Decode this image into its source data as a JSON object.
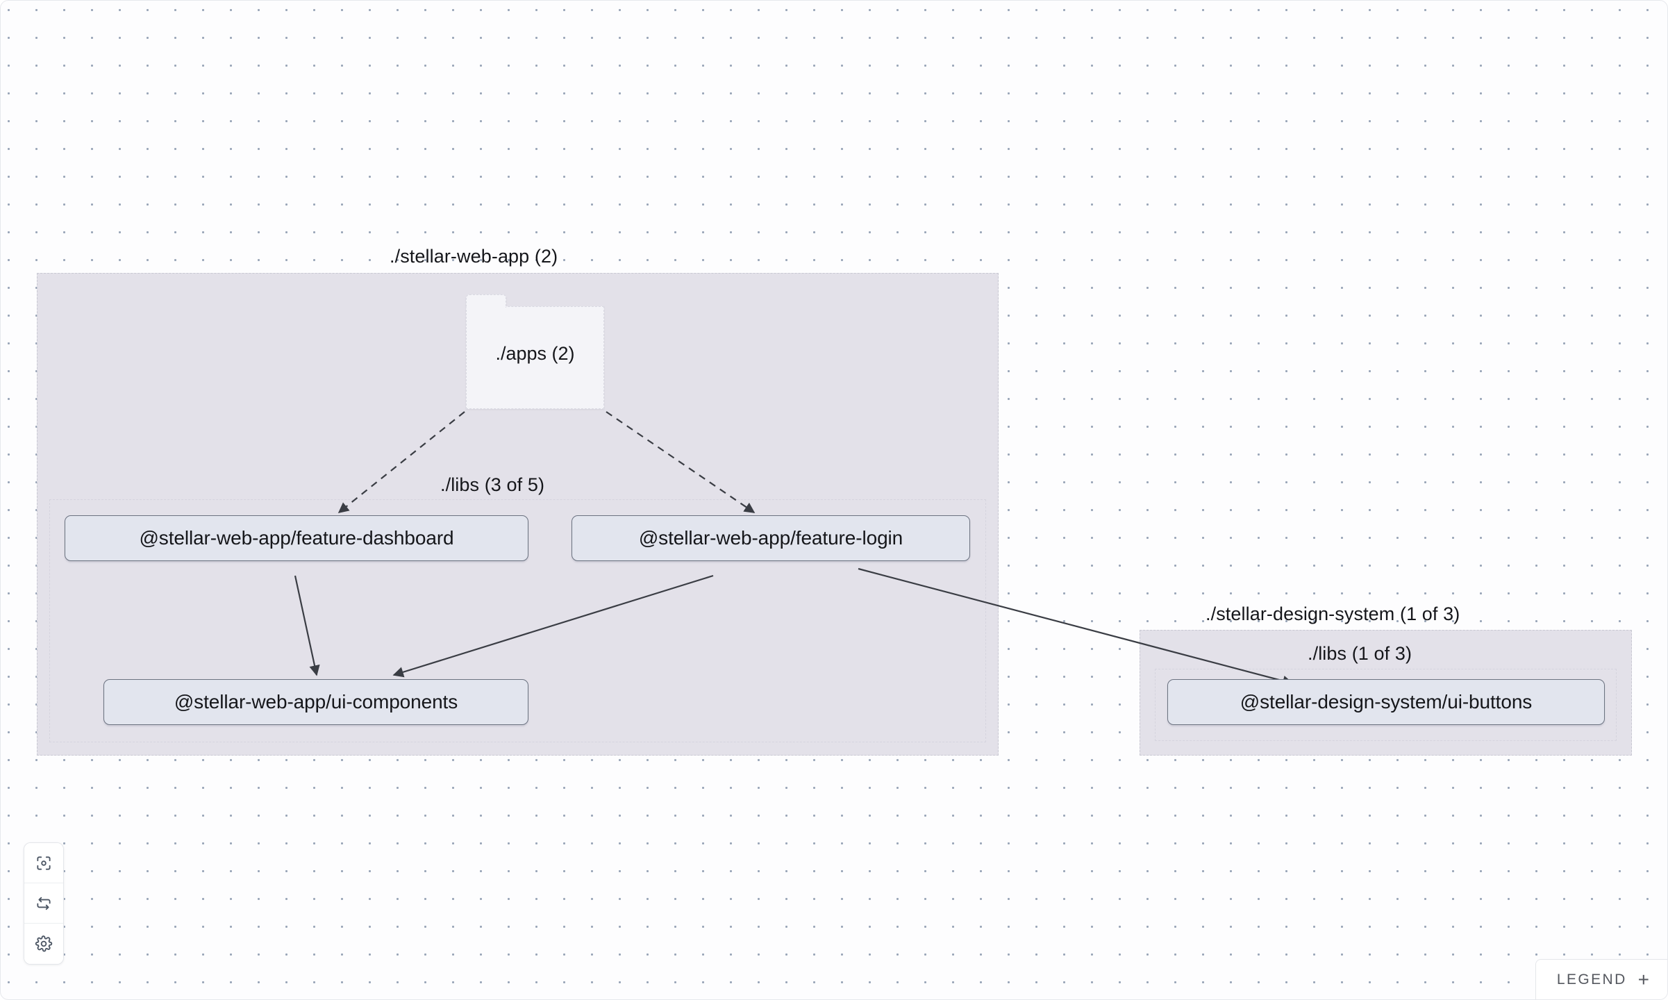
{
  "app": {
    "name": "project-graph-canvas",
    "background": "#fdfdfe",
    "grid_dot_color": "#9aa6b8"
  },
  "groups": [
    {
      "id": "stellar-web-app",
      "label": "./stellar-web-app (2)",
      "kind": "workspace",
      "fill": "#e3e1e9",
      "border": "#c8c8d2"
    },
    {
      "id": "stellar-web-app-libs",
      "label": "./libs (3 of 5)",
      "kind": "directory",
      "fill": "#e3e1e9",
      "border": "#d5d4de"
    },
    {
      "id": "stellar-design-system",
      "label": "./stellar-design-system (1 of 3)",
      "kind": "workspace",
      "fill": "#e3e1e9",
      "border": "#c8c8d2"
    },
    {
      "id": "stellar-design-system-libs",
      "label": "./libs (1 of 3)",
      "kind": "directory",
      "fill": "#e3e1e9",
      "border": "#d5d4de"
    }
  ],
  "folder_node": {
    "id": "apps",
    "label": "./apps (2)",
    "fill": "#f4f4f8",
    "border": "#d9d9e2"
  },
  "nodes": [
    {
      "id": "feature-dashboard",
      "label": "@stellar-web-app/feature-dashboard",
      "fill": "#e2e5ee",
      "border": "#6b7280"
    },
    {
      "id": "feature-login",
      "label": "@stellar-web-app/feature-login",
      "fill": "#e2e5ee",
      "border": "#6b7280"
    },
    {
      "id": "ui-components",
      "label": "@stellar-web-app/ui-components",
      "fill": "#e2e5ee",
      "border": "#6b7280"
    },
    {
      "id": "ui-buttons",
      "label": "@stellar-design-system/ui-buttons",
      "fill": "#e2e5ee",
      "border": "#6b7280"
    }
  ],
  "edges": [
    {
      "from": "apps",
      "to": "feature-dashboard",
      "style": "dashed"
    },
    {
      "from": "apps",
      "to": "feature-login",
      "style": "dashed"
    },
    {
      "from": "feature-dashboard",
      "to": "ui-components",
      "style": "solid"
    },
    {
      "from": "feature-login",
      "to": "ui-components",
      "style": "solid"
    },
    {
      "from": "feature-login",
      "to": "ui-buttons",
      "style": "solid"
    }
  ],
  "controls": [
    {
      "id": "focus",
      "icon": "focus-target-icon",
      "title": "Focus graph"
    },
    {
      "id": "refresh",
      "icon": "refresh-sync-icon",
      "title": "Refresh graph"
    },
    {
      "id": "settings",
      "icon": "gear-icon",
      "title": "Graph settings"
    }
  ],
  "legend": {
    "label": "LEGEND",
    "toggle_glyph": "+"
  }
}
